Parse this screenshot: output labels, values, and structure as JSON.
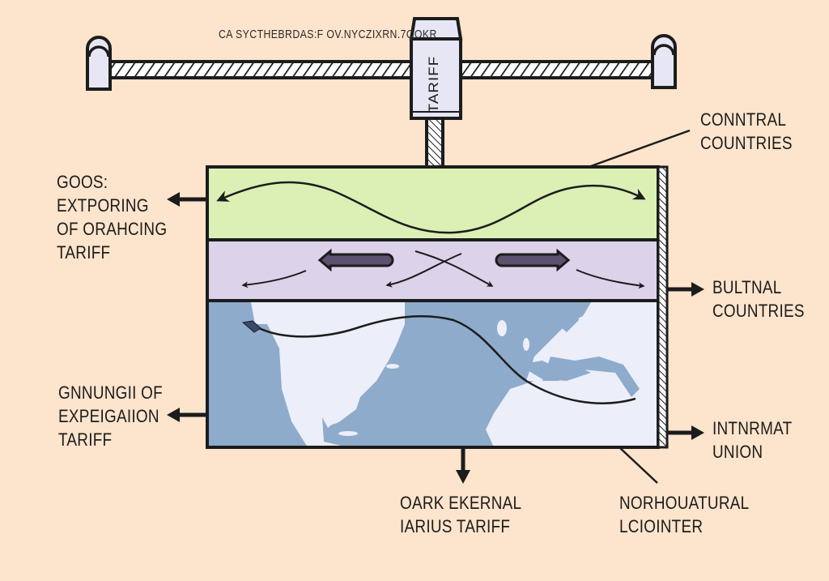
{
  "top_caption": "CA SYCTHEBRDAS:F OV.NYCZIXRN.7QOKR",
  "gate_sign": "TARIFF",
  "labels": {
    "central_countries": [
      "CONNTRAL",
      "COUNTRIES"
    ],
    "goods_exporting": [
      "GOOS:",
      "EXTPORING",
      "OF ORAHCING",
      "TARIFF"
    ],
    "external_countries": [
      "BULTNAL",
      "COUNTRIES"
    ],
    "change_expedition": [
      "GNNUNGII OF",
      "EXPEIGAIION",
      "TARIFF"
    ],
    "internal_union": [
      "INTNRMAT",
      "UNION"
    ],
    "common_external": [
      "OARK EKERNAL",
      "IARIUS TARIFF"
    ],
    "north_cultural": [
      "NORHOUATURAL",
      "LCIOINTER"
    ]
  },
  "colors": {
    "background": "#fde4cc",
    "band_top": "#dcefb4",
    "band_middle": "#dcd2ea",
    "band_map_bg": "#eceefa",
    "land": "#8eabcb",
    "outline": "#1c1c1c",
    "pill": "#5c5270",
    "gate_fill": "#e6e6f4"
  }
}
